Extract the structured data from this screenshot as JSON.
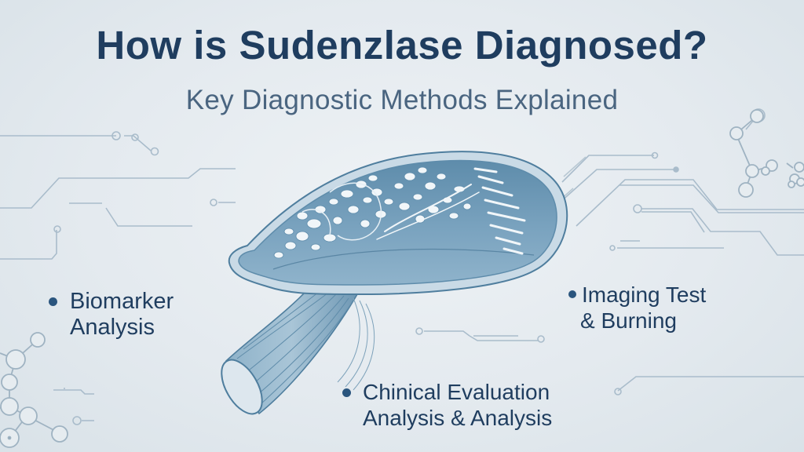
{
  "header": {
    "title": "How is Sudenzlase Diagnosed?",
    "subtitle": "Key Diagnostic Methods Explained"
  },
  "methods": [
    {
      "lines": [
        "Biomarker",
        "Analysis"
      ]
    },
    {
      "lines": [
        "Imaging Test",
        "& Burning"
      ]
    },
    {
      "lines": [
        "Chinical Evaluation",
        "Analysis & Analysis"
      ]
    }
  ],
  "illustration": {
    "subject": "organ-cross-section-with-duct",
    "icon": "organ-icon"
  },
  "decorations": {
    "circuit_lines": "circuit-lines-icon",
    "molecules": "molecule-icon"
  },
  "colors": {
    "background": "#e4eaef",
    "title": "#1f3d5f",
    "subtitle": "#4a6580",
    "bullet_dot": "#2a557e",
    "organ_fill": "#6f9ab6",
    "organ_outline": "#4f7e9e",
    "circuit": "#9fb3c2"
  }
}
